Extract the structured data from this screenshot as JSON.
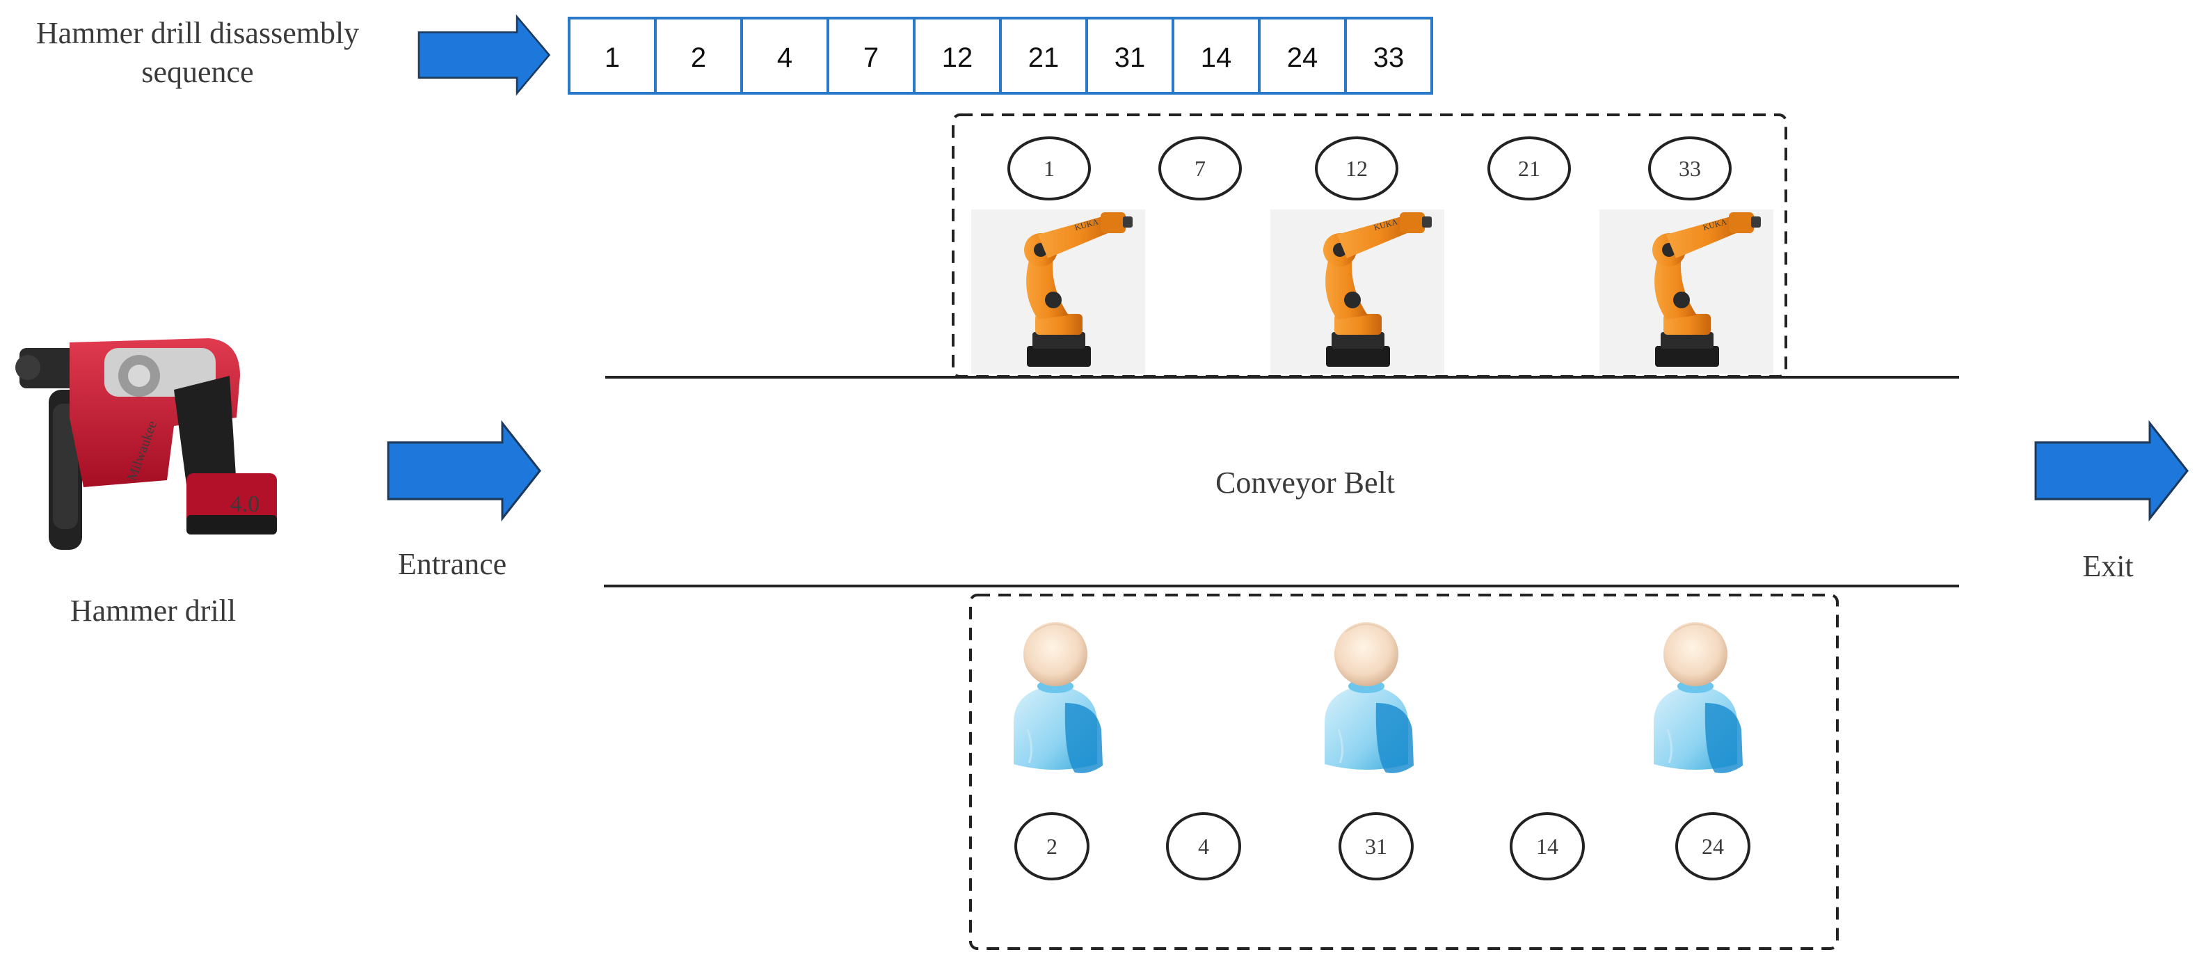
{
  "sequence": {
    "title_line1": "Hammer drill disassembly",
    "title_line2": "sequence",
    "values": [
      "1",
      "2",
      "4",
      "7",
      "12",
      "21",
      "31",
      "14",
      "24",
      "33"
    ]
  },
  "robot_station": {
    "task_ids": [
      "1",
      "7",
      "12",
      "21",
      "33"
    ]
  },
  "human_station": {
    "task_ids": [
      "2",
      "4",
      "31",
      "14",
      "24"
    ]
  },
  "labels": {
    "product": "Hammer drill",
    "entrance": "Entrance",
    "conveyor": "Conveyor Belt",
    "exit": "Exit"
  },
  "drill_branding": {
    "brand": "Milwaukee",
    "battery": "4.0"
  },
  "colors": {
    "arrow_blue": "#1e78dc",
    "arrow_stroke": "#1d3a5c",
    "sequence_border": "#2a78c8",
    "robot_orange": "#f08a1c",
    "drill_red": "#c8102e",
    "human_blue": "#5ec0ea"
  },
  "icons": [
    "right-arrow-icon",
    "hammer-drill-image",
    "industrial-robot-icon",
    "human-worker-icon"
  ]
}
